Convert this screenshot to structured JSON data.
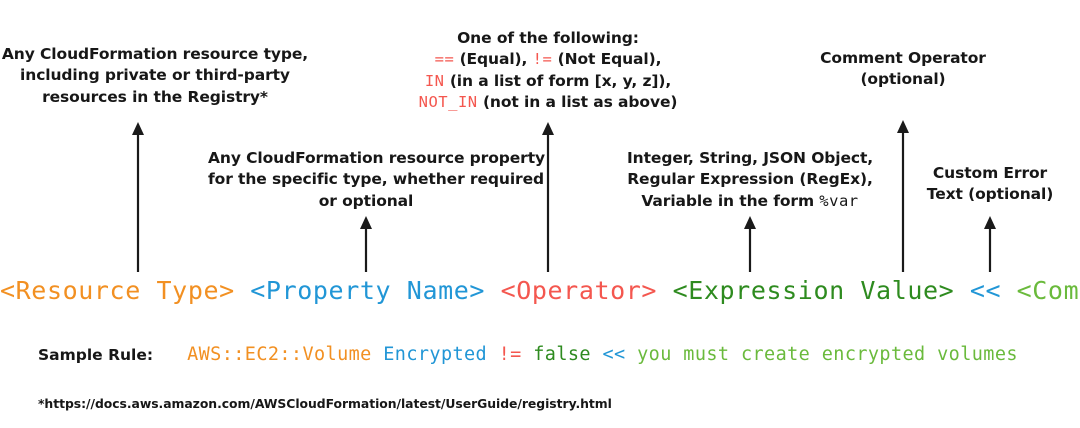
{
  "colors": {
    "resource_type": "#f29022",
    "property_name": "#2196d6",
    "operator": "#f4574f",
    "expression_value": "#2e8b1f",
    "comment_operator": "#2196d6",
    "comment": "#6aba3c",
    "text": "#171717",
    "arrow": "#1a1a1a",
    "background": "#ffffff"
  },
  "callouts": {
    "resource_type": {
      "lines": [
        "Any CloudFormation resource type,",
        "including private or third-party",
        "resources in the Registry*"
      ]
    },
    "property_name": {
      "lines": [
        "Any CloudFormation resource property",
        "for the specific type, whether required",
        "or optional"
      ]
    },
    "operator": {
      "heading": "One of the following:",
      "options": [
        {
          "symbol": "==",
          "description": "(Equal),"
        },
        {
          "symbol": "!=",
          "description": "(Not Equal),"
        },
        {
          "symbol": "IN",
          "description": "(in a list of form [x, y, z]),"
        },
        {
          "symbol": "NOT_IN",
          "description": "(not in a list as above)"
        }
      ]
    },
    "expression_value": {
      "lines": [
        "Integer, String, JSON Object,",
        "Regular Expression (RegEx),"
      ],
      "variable_prefix": "Variable in the form ",
      "variable_token": "%var"
    },
    "comment_operator": {
      "lines": [
        "Comment Operator",
        "(optional)"
      ]
    },
    "comment": {
      "lines": [
        "Custom Error",
        "Text (optional)"
      ]
    }
  },
  "syntax": {
    "tokens": [
      {
        "name": "resource-type",
        "text": "<Resource Type>",
        "color": "c-orange"
      },
      {
        "name": "property-name",
        "text": "<Property Name>",
        "color": "c-blue"
      },
      {
        "name": "operator",
        "text": "<Operator>",
        "color": "c-red"
      },
      {
        "name": "expression-value",
        "text": "<Expression Value>",
        "color": "c-green"
      },
      {
        "name": "comment-operator",
        "text": "<<",
        "color": "c-blue"
      },
      {
        "name": "comment",
        "text": "<Comment>",
        "color": "c-lgreen"
      }
    ]
  },
  "sample": {
    "label": "Sample Rule:",
    "tokens": [
      {
        "name": "sample-resource-type",
        "text": "AWS::EC2::Volume",
        "color": "c-orange"
      },
      {
        "name": "sample-property-name",
        "text": "Encrypted",
        "color": "c-blue"
      },
      {
        "name": "sample-operator",
        "text": "!=",
        "color": "c-red"
      },
      {
        "name": "sample-expression-value",
        "text": "false",
        "color": "c-green"
      },
      {
        "name": "sample-comment-operator",
        "text": "<<",
        "color": "c-blue"
      },
      {
        "name": "sample-comment",
        "text": "you must create encrypted volumes",
        "color": "c-lgreen"
      }
    ]
  },
  "footnote": {
    "text": "*https://docs.aws.amazon.com/AWSCloudFormation/latest/UserGuide/registry.html"
  }
}
